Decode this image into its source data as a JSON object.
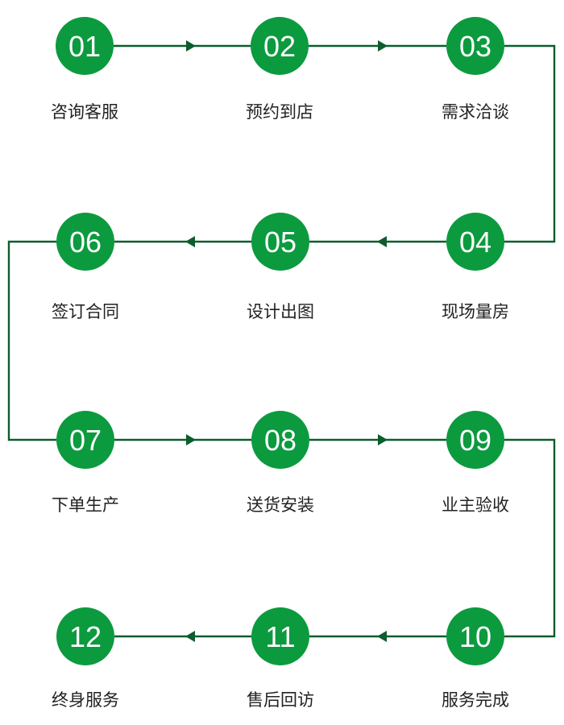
{
  "colors": {
    "circle": "#0c9a3f",
    "line": "#0d5c2e",
    "number": "#ffffff",
    "label": "#222222"
  },
  "steps": [
    {
      "number": "01",
      "label": "咨询客服"
    },
    {
      "number": "02",
      "label": "预约到店"
    },
    {
      "number": "03",
      "label": "需求洽谈"
    },
    {
      "number": "04",
      "label": "现场量房"
    },
    {
      "number": "05",
      "label": "设计出图"
    },
    {
      "number": "06",
      "label": "签订合同"
    },
    {
      "number": "07",
      "label": "下单生产"
    },
    {
      "number": "08",
      "label": "送货安装"
    },
    {
      "number": "09",
      "label": "业主验收"
    },
    {
      "number": "10",
      "label": "服务完成"
    },
    {
      "number": "11",
      "label": "售后回访"
    },
    {
      "number": "12",
      "label": "终身服务"
    }
  ]
}
